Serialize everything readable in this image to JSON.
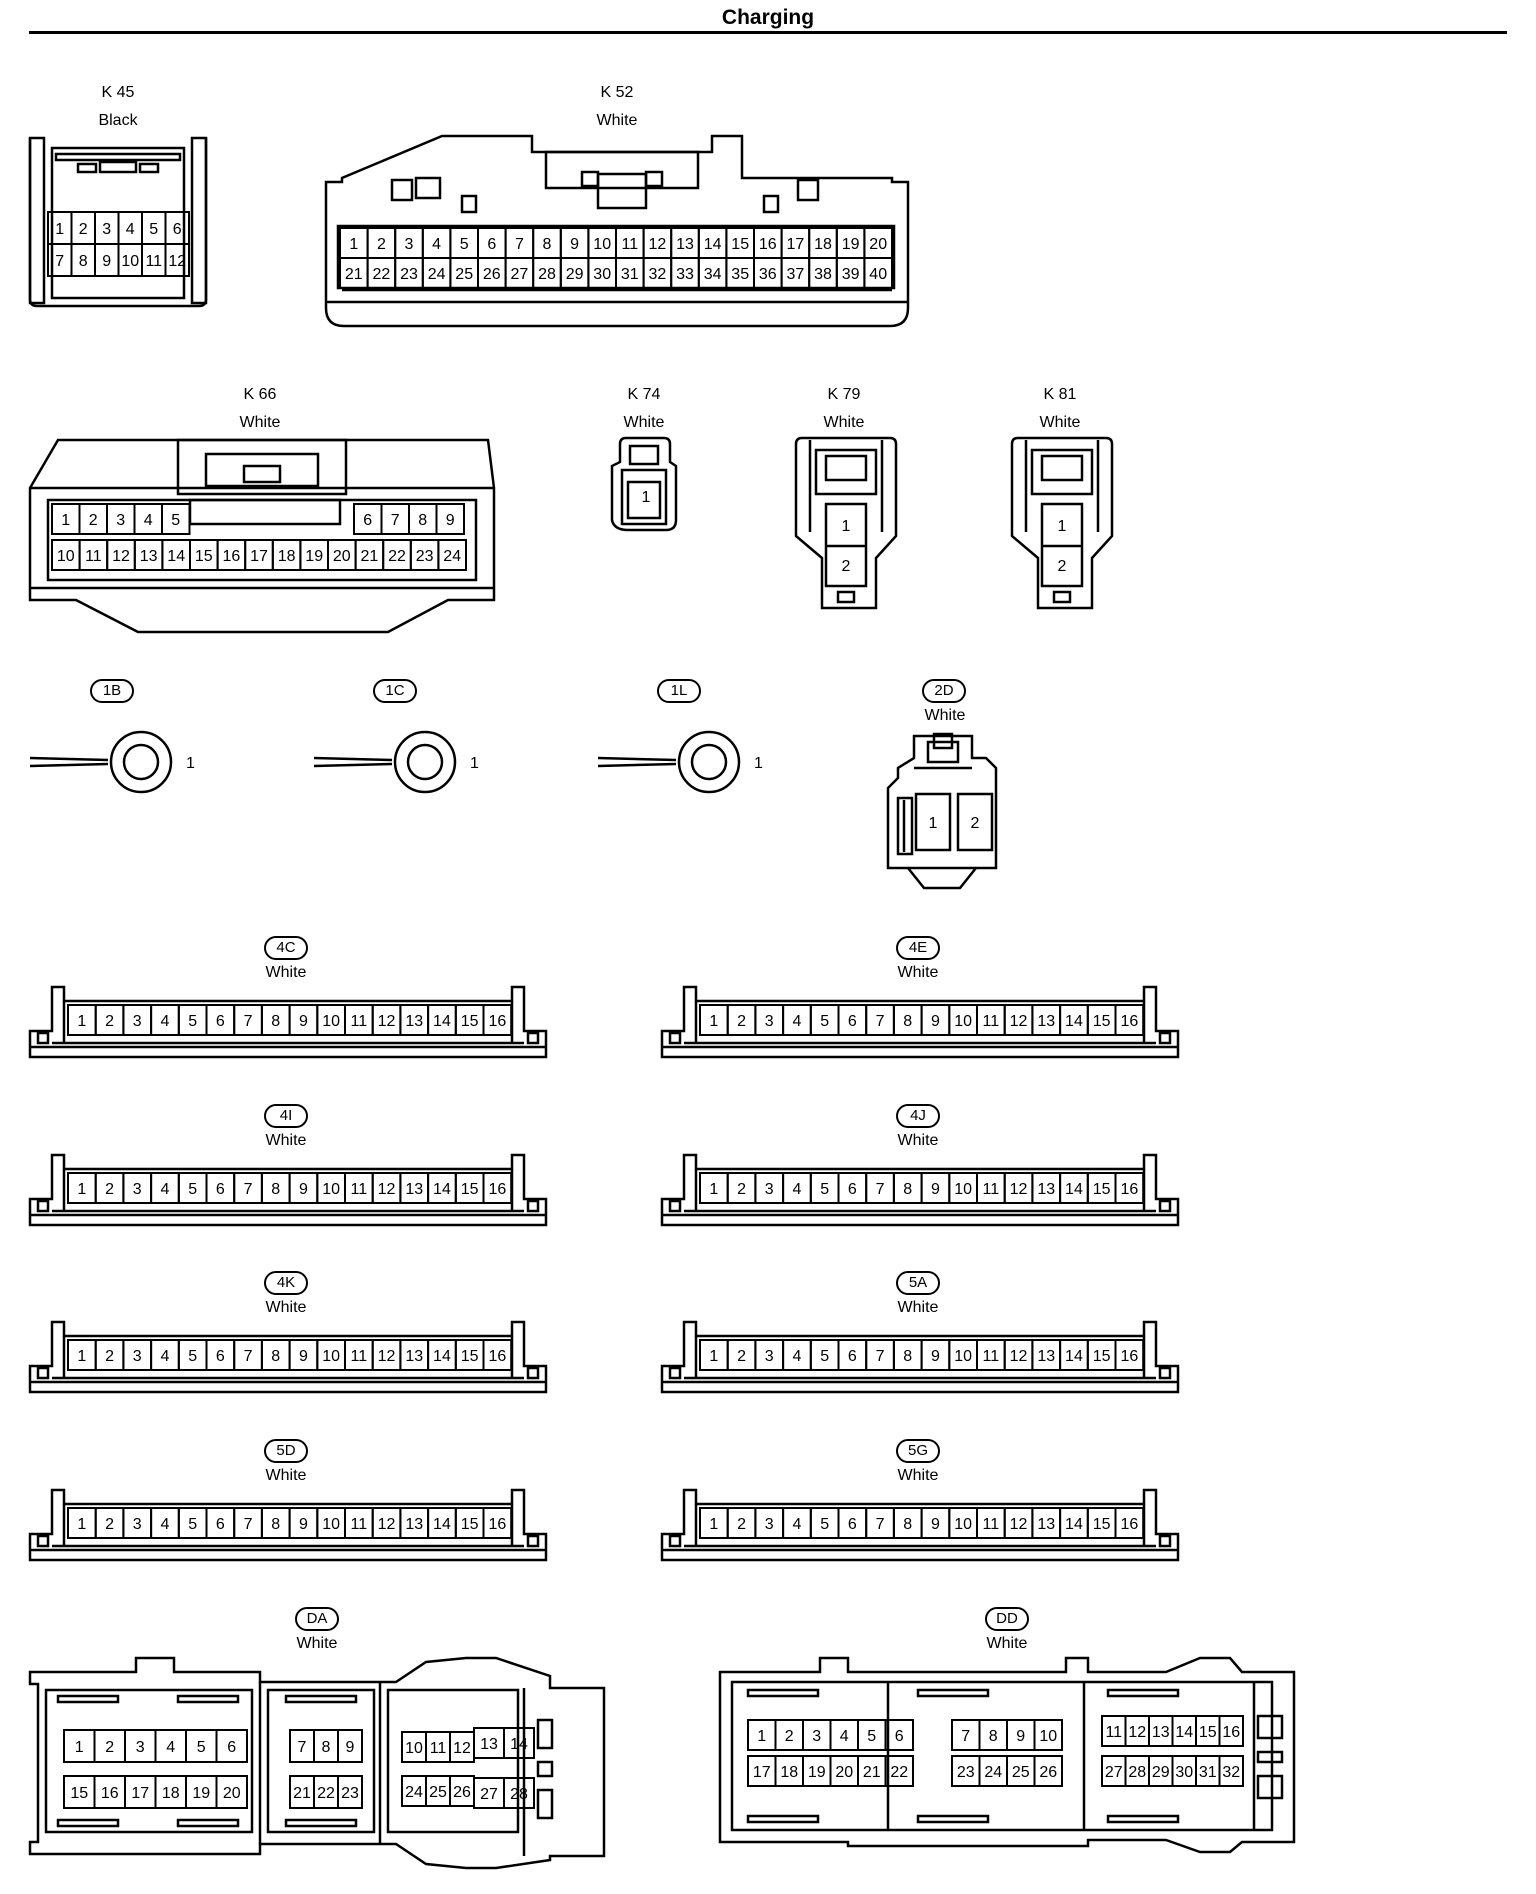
{
  "page": {
    "title": "Charging"
  },
  "connectors": {
    "k45": {
      "id": "K 45",
      "color": "Black"
    },
    "k52": {
      "id": "K 52",
      "color": "White"
    },
    "k66": {
      "id": "K 66",
      "color": "White"
    },
    "k74": {
      "id": "K 74",
      "color": "White"
    },
    "k79": {
      "id": "K 79",
      "color": "White"
    },
    "k81": {
      "id": "K 81",
      "color": "White"
    },
    "c1b": {
      "id": "1B"
    },
    "c1c": {
      "id": "1C"
    },
    "c1l": {
      "id": "1L"
    },
    "c2d": {
      "id": "2D",
      "color": "White"
    },
    "c4c": {
      "id": "4C",
      "color": "White"
    },
    "c4e": {
      "id": "4E",
      "color": "White"
    },
    "c4i": {
      "id": "4I",
      "color": "White"
    },
    "c4j": {
      "id": "4J",
      "color": "White"
    },
    "c4k": {
      "id": "4K",
      "color": "White"
    },
    "c5a": {
      "id": "5A",
      "color": "White"
    },
    "c5d": {
      "id": "5D",
      "color": "White"
    },
    "c5g": {
      "id": "5G",
      "color": "White"
    },
    "da": {
      "id": "DA",
      "color": "White"
    },
    "dd": {
      "id": "DD",
      "color": "White"
    }
  }
}
